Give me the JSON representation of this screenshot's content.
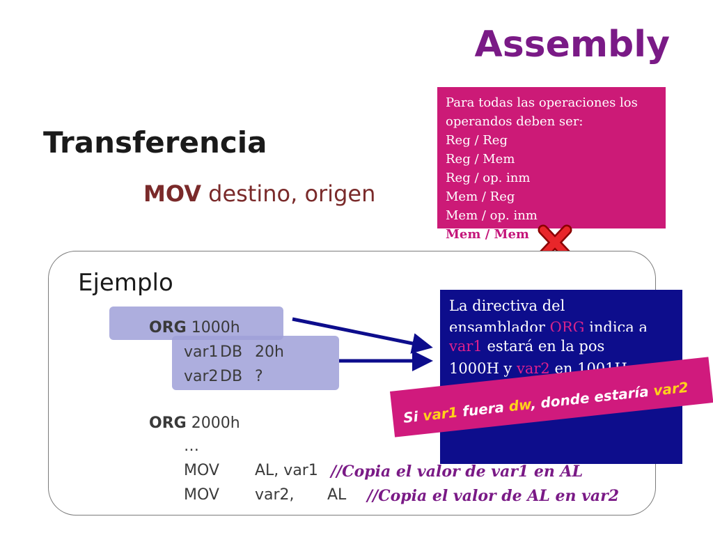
{
  "title": "Assembly",
  "subtitle": "Transferencia",
  "syntax": {
    "keyword": "MOV",
    "rest": " destino, origen"
  },
  "operands_box": {
    "intro_1": "Para todas las operaciones los",
    "intro_2": "operandos deben ser:",
    "items": [
      "Reg / Reg",
      "Reg / Mem",
      "Reg / op. inm",
      "Mem / Reg",
      "Mem / op. inm",
      "Mem / Mem"
    ]
  },
  "example": {
    "label": "Ejemplo",
    "code": {
      "org1_kw": "ORG",
      "org1_val": "1000h",
      "var1_name": "var1",
      "var1_type": "DB",
      "var1_val": "20h",
      "var2_name": "var2",
      "var2_type": "DB",
      "var2_val": "?",
      "org2_kw": "ORG",
      "org2_val": "2000h",
      "ellipsis": "…",
      "mov1_op": "MOV",
      "mov1_args": "AL,  var1",
      "mov1_comment": "//Copia el valor de var1 en AL",
      "mov2_op": "MOV",
      "mov2_arg1": "var2,",
      "mov2_arg2": "AL",
      "mov2_comment": "//Copia el valor de AL en var2"
    }
  },
  "info_box": {
    "line1": "La directiva del",
    "line2_pre": "ensamblador ",
    "line2_org": "ORG",
    "line2_post": " indica a",
    "line3_var1": "var1",
    "line3_rest": " estará en la pos",
    "line4_pre": "1000H y ",
    "line4_var2": "var2",
    "line4_post": " en 1001H"
  },
  "banner": {
    "p1": "Si ",
    "var1": "var1",
    "p2": " fuera ",
    "dw": "dw",
    "p3": ", donde estaría ",
    "var2": "var2"
  },
  "colors": {
    "title": "#7a1a86",
    "operands_bg": "#cc1a77",
    "info_bg": "#0d0d8c",
    "banner_bg": "#d01a7d",
    "highlight": "#9fa0d8",
    "arrow": "#0d0d8c"
  }
}
